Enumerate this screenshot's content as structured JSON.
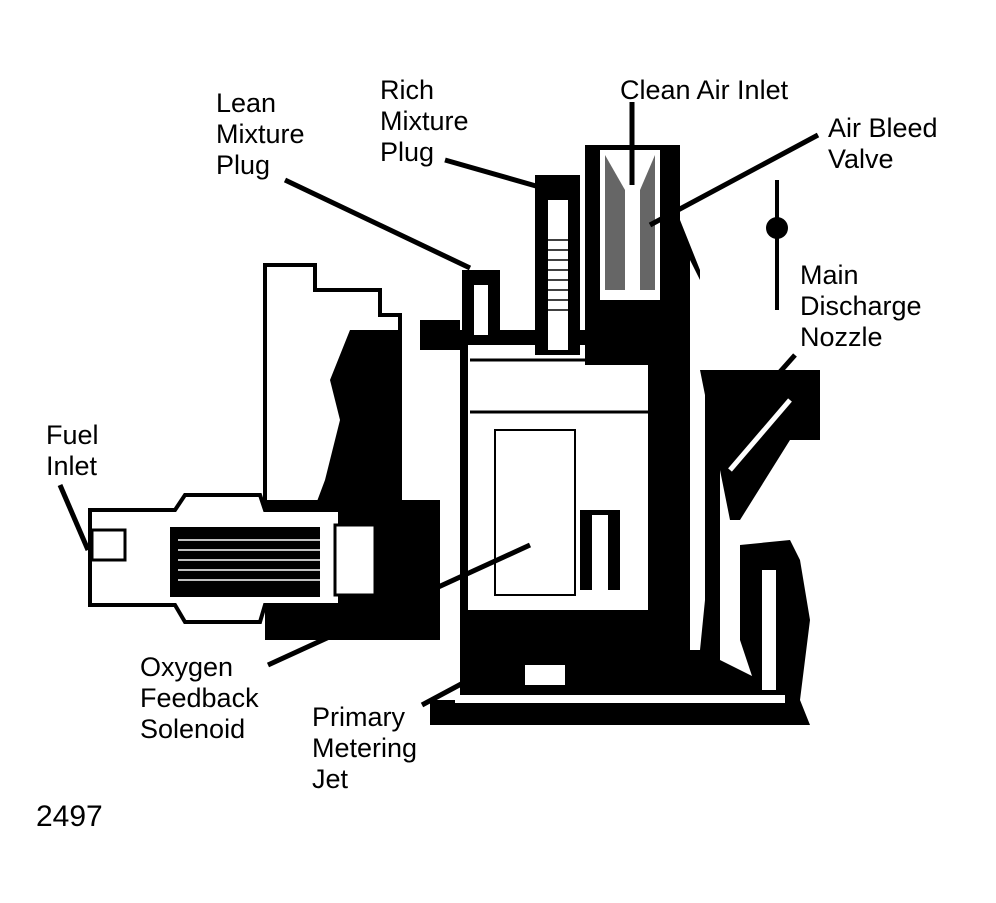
{
  "figure_number": "2497",
  "colors": {
    "ink": "#000000",
    "paper": "#ffffff"
  },
  "labels": {
    "lean_mixture_plug": "Lean\nMixture\nPlug",
    "rich_mixture_plug": "Rich\nMixture\nPlug",
    "clean_air_inlet": "Clean Air Inlet",
    "air_bleed_valve": "Air Bleed\nValve",
    "main_discharge_nozzle": "Main\nDischarge\nNozzle",
    "fuel_inlet": "Fuel\nInlet",
    "oxygen_feedback_solenoid": "Oxygen\nFeedback\nSolenoid",
    "primary_metering_jet": "Primary\nMetering\nJet"
  }
}
